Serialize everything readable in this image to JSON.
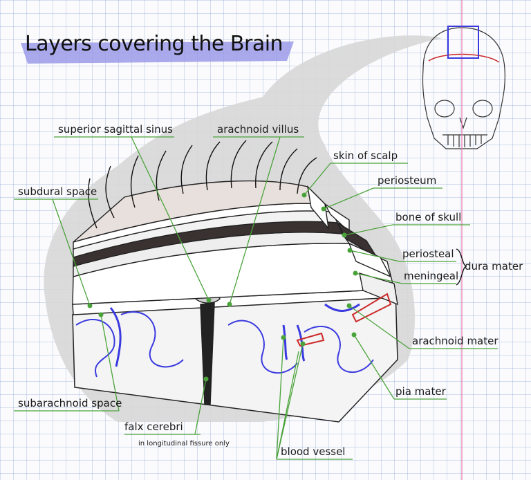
{
  "title": "Layers covering the Brain",
  "labels": {
    "superior_sagittal_sinus": "superior sagittal sinus",
    "arachnoid_villus": "arachnoid villus",
    "skin_of_scalp": "skin of scalp",
    "periosteum": "periosteum",
    "bone_of_skull": "bone of skull",
    "subdural_space": "subdural space",
    "periosteal": "periosteal",
    "meningeal": "meningeal",
    "dura_mater": "dura mater",
    "arachnoid_mater": "arachnoid mater",
    "pia_mater": "pia mater",
    "subarachnoid_space": "subarachnoid space",
    "falx_cerebri": "falx cerebri",
    "falx_note": "in longitudinal fissure only",
    "blood_vessel": "blood vessel"
  },
  "colors": {
    "label_line": "#4aa33a",
    "vessel_blue": "#3a3ae0",
    "highlight": "#9a9ae8",
    "bubble_gray": "#d7d7d7",
    "accent_red": "#cc2a2a",
    "guide_pink": "#e879b0"
  }
}
